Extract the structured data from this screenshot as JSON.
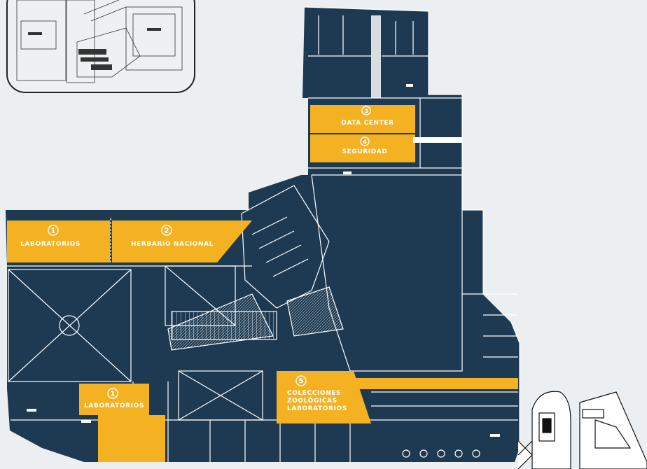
{
  "map": {
    "colors": {
      "background": "#eceff1",
      "floor": "#1e3a52",
      "highlight": "#f4b223",
      "line": "#ffffff"
    },
    "zones": [
      {
        "id": "labs-top",
        "number": "1",
        "label": "LABORATORIOS"
      },
      {
        "id": "herbario",
        "number": "2",
        "label": "HERBARIO NACIONAL"
      },
      {
        "id": "datacenter",
        "number": "3",
        "label": "DATA CENTER"
      },
      {
        "id": "seguridad",
        "number": "4",
        "label": "SEGURIDAD"
      },
      {
        "id": "colecciones",
        "number": "5",
        "label_lines": [
          "COLECCIONES",
          "ZOOLÓGICAS",
          "LABORATORIOS"
        ]
      },
      {
        "id": "labs-bottom",
        "number": "1",
        "label": "LABORATORIOS"
      }
    ]
  }
}
